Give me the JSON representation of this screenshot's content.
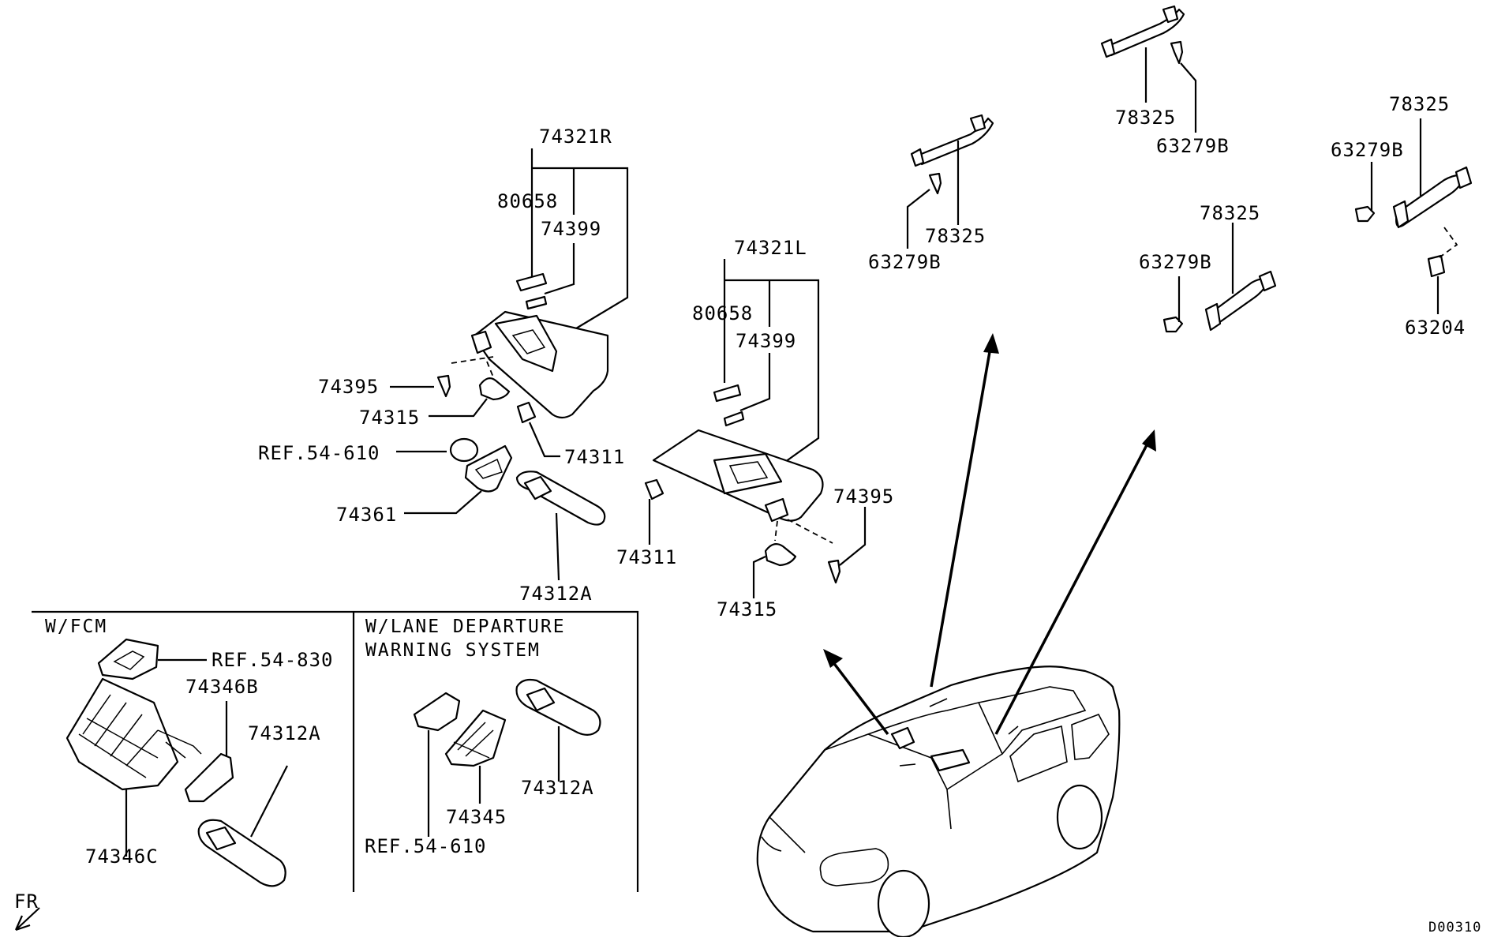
{
  "labels": {
    "p74321R": "74321R",
    "p80658_r": "80658",
    "p74399_r": "74399",
    "p74395_r": "74395",
    "p74315_r": "74315",
    "p74311_r": "74311",
    "ref54610_a": "REF.54-610",
    "p74361": "74361",
    "p74312A_top": "74312A",
    "p74321L": "74321L",
    "p80658_l": "80658",
    "p74399_l": "74399",
    "p74395_l": "74395",
    "p74311_l": "74311",
    "p74315_l": "74315",
    "p78325_a": "78325",
    "p63279B_a": "63279B",
    "p78325_b": "78325",
    "p63279B_b": "63279B",
    "p78325_c": "78325",
    "p63279B_c": "63279B",
    "p63279B_d": "63279B",
    "p78325_d": "78325",
    "p63204": "63204",
    "wfcm": "W/FCM",
    "ref54830": "REF.54-830",
    "p74346B": "74346B",
    "p74312A_fcm": "74312A",
    "p74346C": "74346C",
    "ldw_line1": "W/LANE DEPARTURE",
    "ldw_line2": "WARNING SYSTEM",
    "p74312A_ldw": "74312A",
    "p74345": "74345",
    "ref54610_b": "REF.54-610",
    "fr": "FR",
    "diagram_code": "D00310"
  }
}
